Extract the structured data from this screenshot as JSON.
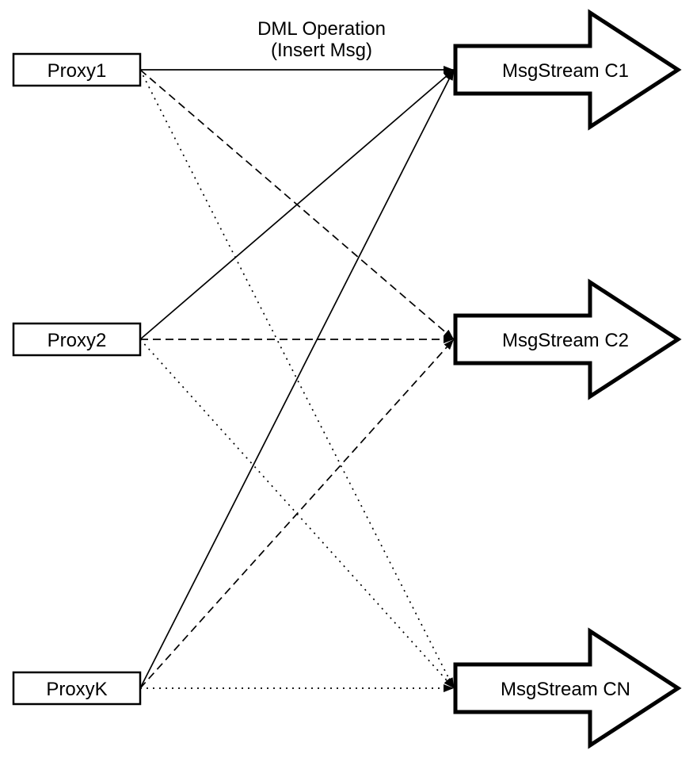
{
  "diagram": {
    "title": {
      "line1": "DML Operation",
      "line2": "(Insert Msg)"
    },
    "proxies": [
      {
        "id": "proxy1",
        "label": "Proxy1"
      },
      {
        "id": "proxy2",
        "label": "Proxy2"
      },
      {
        "id": "proxyk",
        "label": "ProxyK"
      }
    ],
    "streams": [
      {
        "id": "c1",
        "label": "MsgStream C1"
      },
      {
        "id": "c2",
        "label": "MsgStream C2"
      },
      {
        "id": "cn",
        "label": "MsgStream CN"
      }
    ],
    "edges": [
      {
        "from": "Proxy1",
        "to": "MsgStream C1",
        "line_style": "solid"
      },
      {
        "from": "Proxy1",
        "to": "MsgStream C2",
        "line_style": "dashed"
      },
      {
        "from": "Proxy1",
        "to": "MsgStream CN",
        "line_style": "dotted"
      },
      {
        "from": "Proxy2",
        "to": "MsgStream C1",
        "line_style": "solid"
      },
      {
        "from": "Proxy2",
        "to": "MsgStream C2",
        "line_style": "dashed"
      },
      {
        "from": "Proxy2",
        "to": "MsgStream CN",
        "line_style": "dotted"
      },
      {
        "from": "ProxyK",
        "to": "MsgStream C1",
        "line_style": "solid"
      },
      {
        "from": "ProxyK",
        "to": "MsgStream C2",
        "line_style": "dashed"
      },
      {
        "from": "ProxyK",
        "to": "MsgStream CN",
        "line_style": "dotted"
      }
    ],
    "colors": {
      "stroke": "#000000",
      "node_fill": "#ffffff",
      "background": "#ffffff"
    }
  }
}
